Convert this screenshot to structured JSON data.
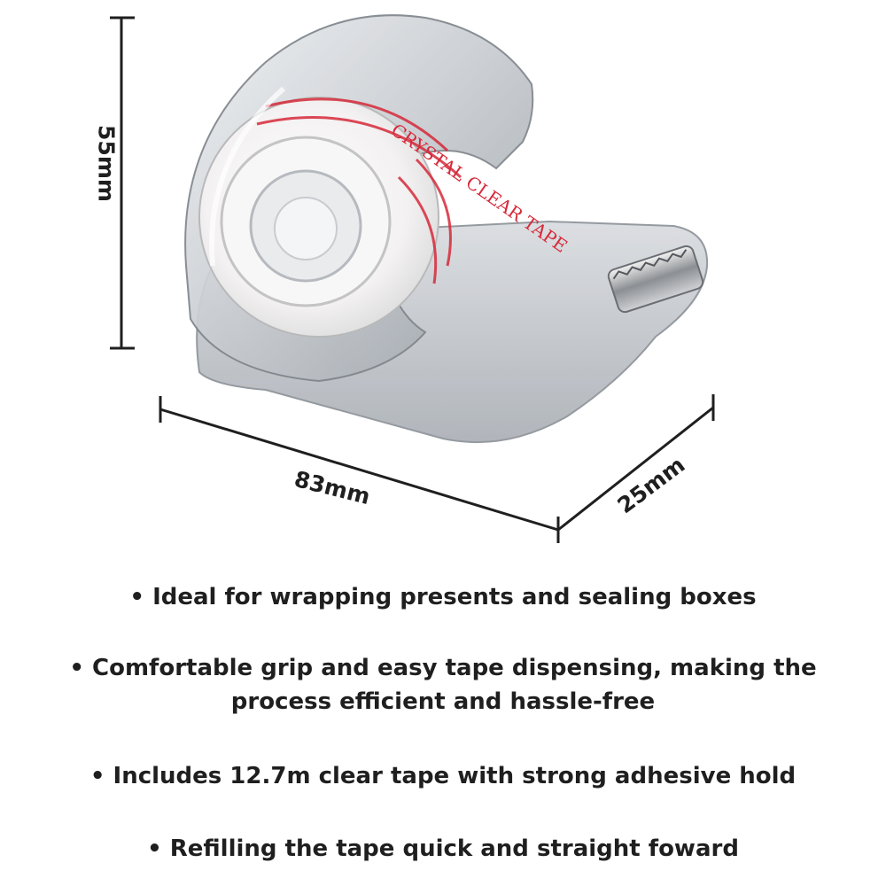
{
  "dimensions": {
    "height": "55mm",
    "width": "83mm",
    "depth": "25mm"
  },
  "tape_print": "CRYSTAL CLEAR TAPE",
  "features": [
    "Ideal for wrapping presents and sealing boxes",
    "Comfortable grip and easy tape dispensing, making the process efficient and hassle-free",
    "Includes 12.7m clear tape with strong adhesive hold",
    "Refilling the tape quick and straight foward"
  ],
  "colors": {
    "background": "#ffffff",
    "text": "#1f1f1f",
    "tape_print": "#d62a3a",
    "dispenser_body": "#c9cdd2"
  }
}
